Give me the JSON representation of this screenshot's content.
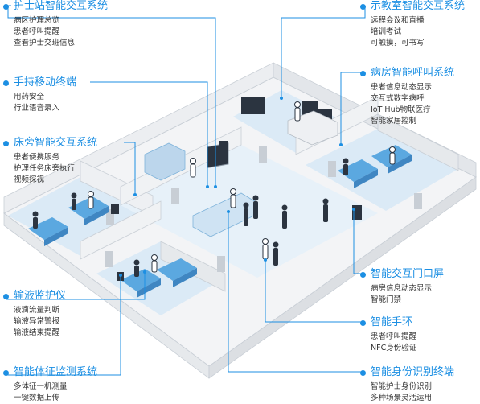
{
  "colors": {
    "accent": "#1c8fe3",
    "floor": "#e3f0f9",
    "wall": "#f2f3f5",
    "text": "#333333"
  },
  "callouts": {
    "nurse_station": {
      "title": "护士站智能交互系统",
      "lines": [
        "病区护理总览",
        "患者呼叫提醒",
        "查看护士交班信息"
      ]
    },
    "mobile_terminal": {
      "title": "手持移动终端",
      "lines": [
        "用药安全",
        "行业语音录入"
      ]
    },
    "bedside": {
      "title": "床旁智能交互系统",
      "lines": [
        "患者便携服务",
        "护理任务床旁执行",
        "视频探视"
      ]
    },
    "infusion": {
      "title": "输液监护仪",
      "lines": [
        "液滴流量判断",
        "输液异常警报",
        "输液结束提醒"
      ]
    },
    "vital_signs": {
      "title": "智能体征监测系统",
      "lines": [
        "多体征一机测量",
        "一键数据上传"
      ]
    },
    "teaching": {
      "title": "示教室智能交互系统",
      "lines": [
        "远程会议和直播",
        "培训考试",
        "可触摸，可书写"
      ]
    },
    "ward_call": {
      "title": "病房智能呼叫系统",
      "lines": [
        "患者信息动态显示",
        "交互式数字病呼",
        "IoT Hub物联医疗",
        "智能家居控制"
      ]
    },
    "door_screen": {
      "title": "智能交互门口屏",
      "lines": [
        "病房信息动态显示",
        "智能门禁"
      ]
    },
    "wristband": {
      "title": "智能手环",
      "lines": [
        "患者呼叫提醒",
        "NFC身份验证"
      ]
    },
    "identity": {
      "title": "智能身份识别终端",
      "lines": [
        "智能护士身份识别",
        "多种场景灵活运用"
      ]
    }
  }
}
